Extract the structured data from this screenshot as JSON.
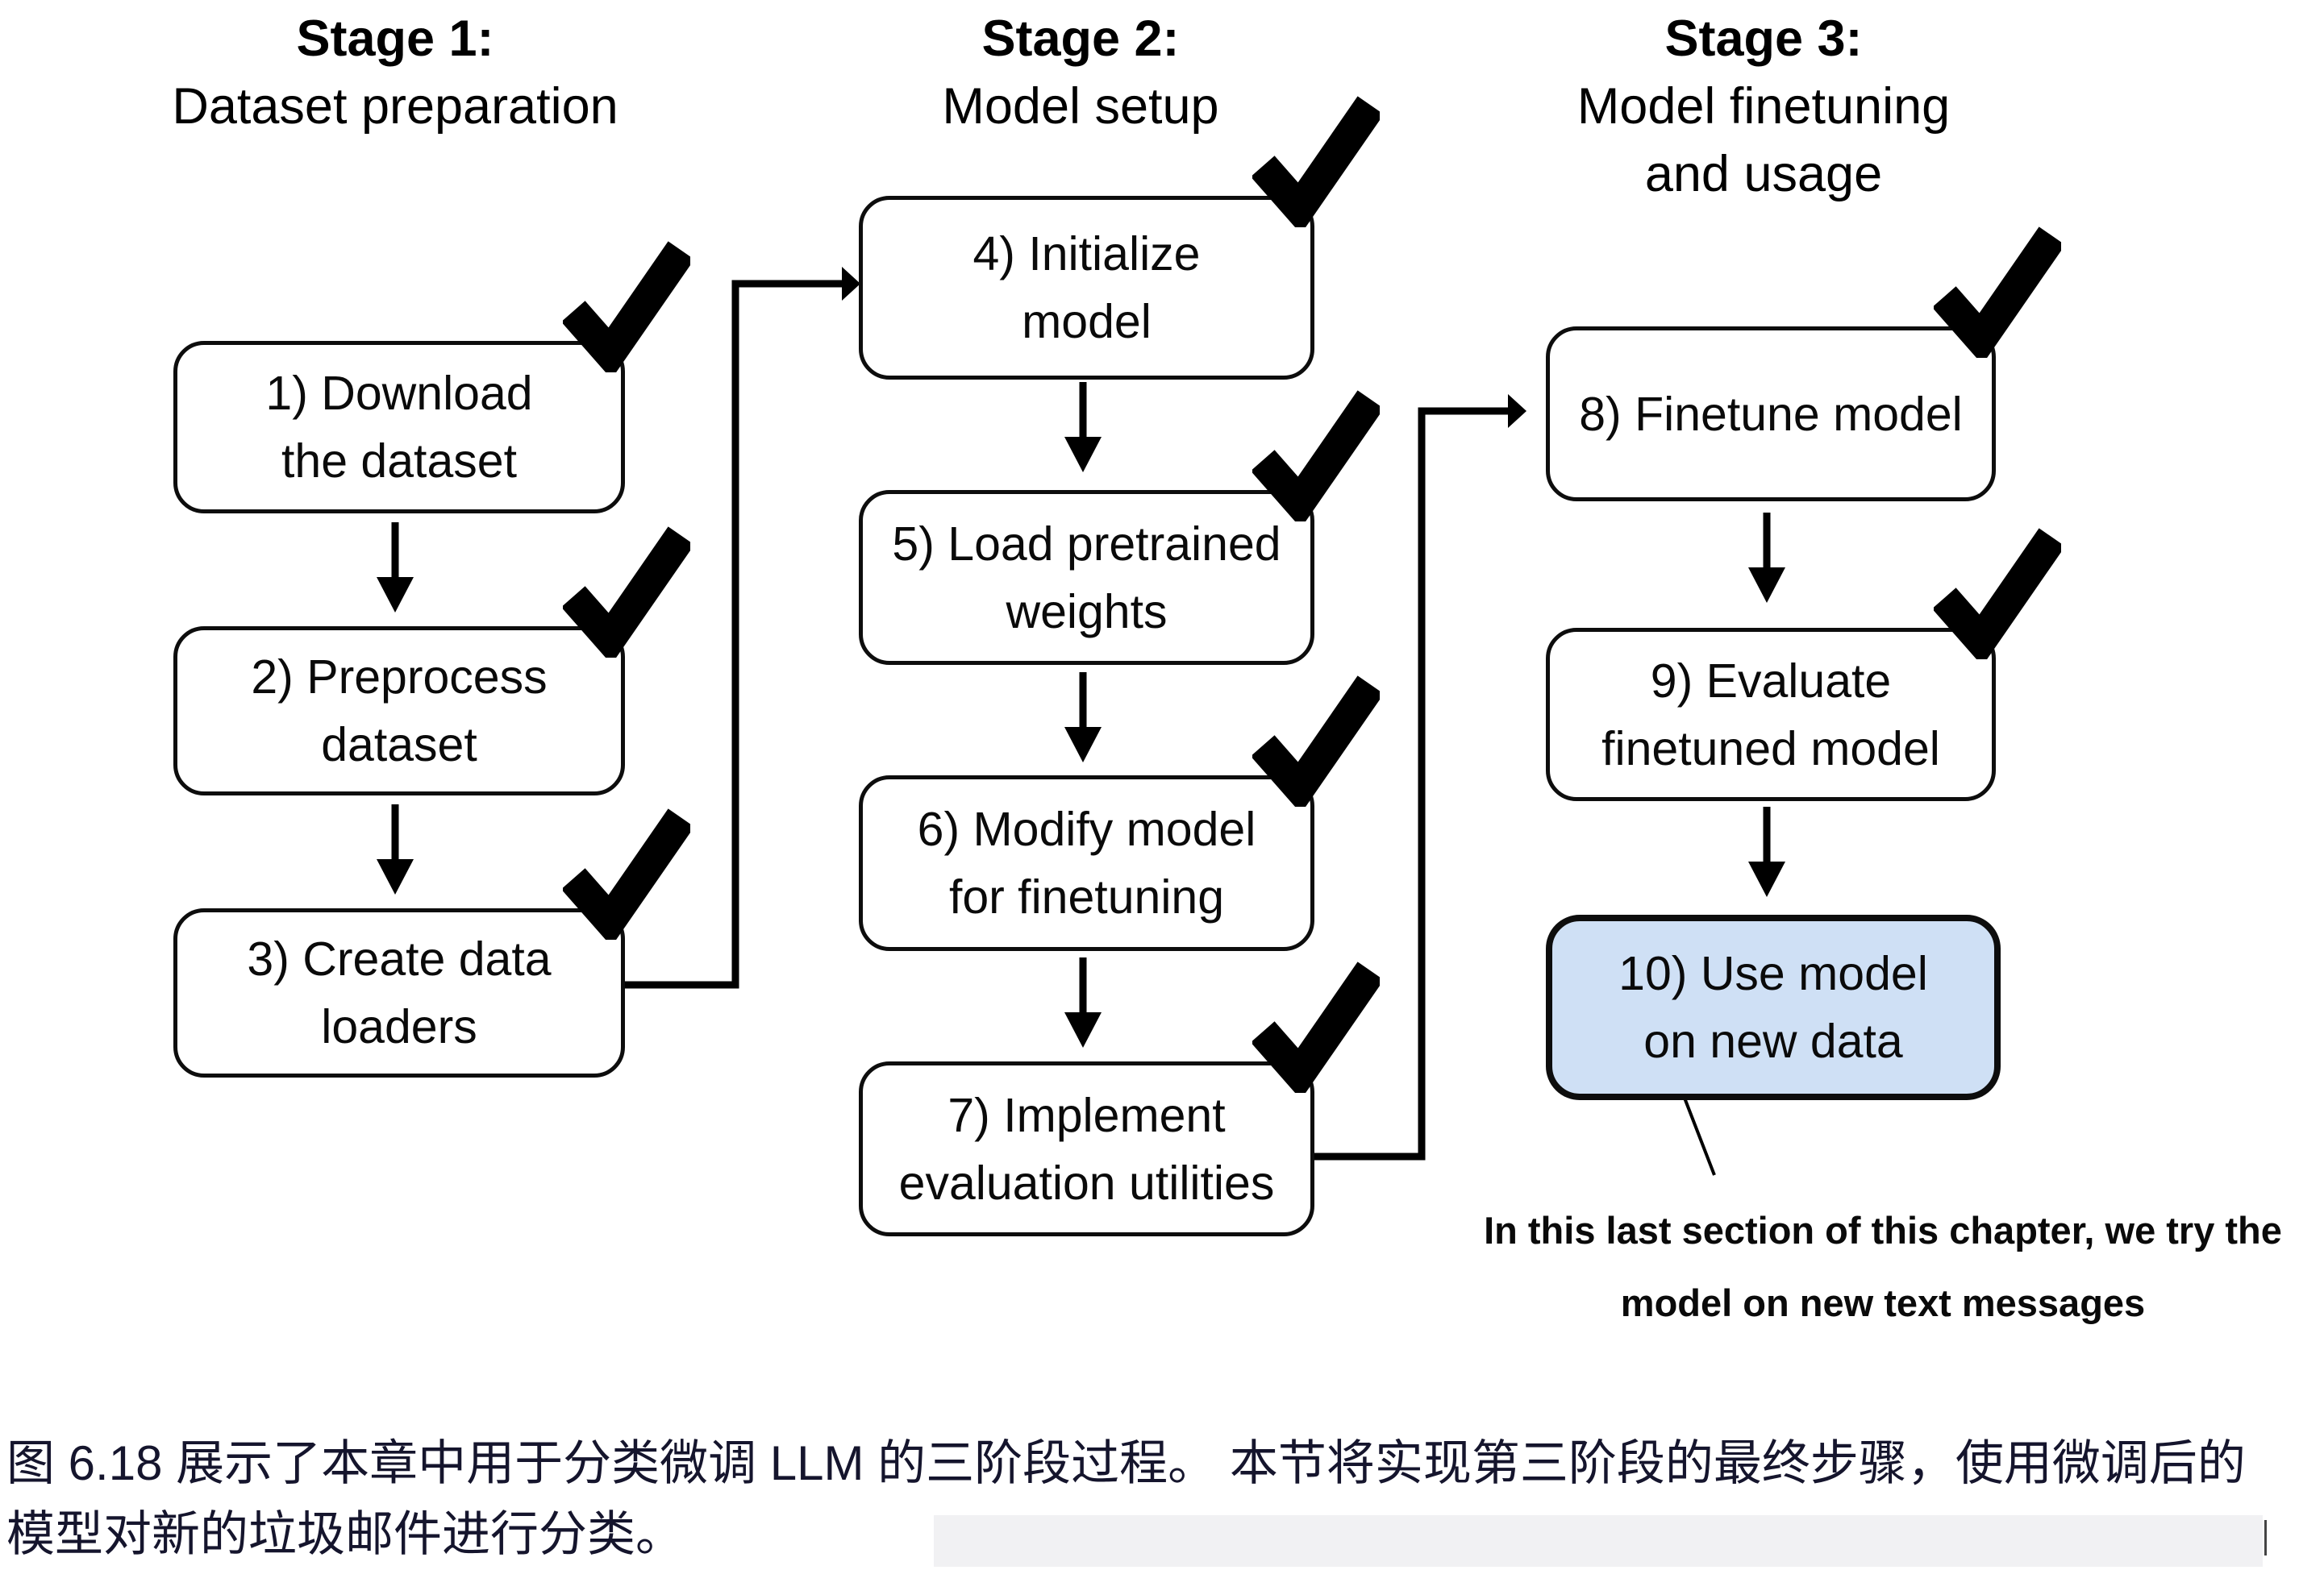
{
  "figure": {
    "stages": [
      {
        "title": "Stage 1:",
        "subtitle_lines": [
          "Dataset preparation",
          ""
        ]
      },
      {
        "title": "Stage 2:",
        "subtitle_lines": [
          "Model setup",
          ""
        ]
      },
      {
        "title": "Stage 3:",
        "subtitle_lines": [
          "Model finetuning",
          "and usage"
        ]
      }
    ],
    "boxes": [
      {
        "lines": [
          "1) Download",
          "the dataset"
        ],
        "checked": true,
        "highlighted": false
      },
      {
        "lines": [
          "2) Preprocess",
          "dataset"
        ],
        "checked": true,
        "highlighted": false
      },
      {
        "lines": [
          "3) Create data",
          "loaders"
        ],
        "checked": true,
        "highlighted": false
      },
      {
        "lines": [
          "4) Initialize",
          "model"
        ],
        "checked": true,
        "highlighted": false
      },
      {
        "lines": [
          "5) Load pretrained",
          "weights"
        ],
        "checked": true,
        "highlighted": false
      },
      {
        "lines": [
          "6) Modify model",
          "for finetuning"
        ],
        "checked": true,
        "highlighted": false
      },
      {
        "lines": [
          "7) Implement",
          "evaluation utilities"
        ],
        "checked": true,
        "highlighted": false
      },
      {
        "lines": [
          "8) Finetune model",
          ""
        ],
        "checked": true,
        "highlighted": false
      },
      {
        "lines": [
          "9) Evaluate",
          "finetuned model"
        ],
        "checked": true,
        "highlighted": false
      },
      {
        "lines": [
          "10) Use model",
          "on new data"
        ],
        "checked": false,
        "highlighted": true
      }
    ],
    "annotation_lines": [
      "In this last section of this chapter, we try the",
      "model on new text messages"
    ]
  },
  "caption": {
    "lines": [
      "图 6.18 展示了本章中用于分类微调 LLM 的三阶段过程。 本节将实现第三阶段的最终步骤，使用微调后的",
      "模型对新的垃圾邮件进行分类。"
    ]
  },
  "colors": {
    "ink": "#000000",
    "highlight_fill": "#CFE0F5",
    "caption_ink": "#15152D",
    "footer_band": "#F1F1F3"
  },
  "icons": {
    "checkmark": "✓",
    "down_arrow": "↓"
  }
}
